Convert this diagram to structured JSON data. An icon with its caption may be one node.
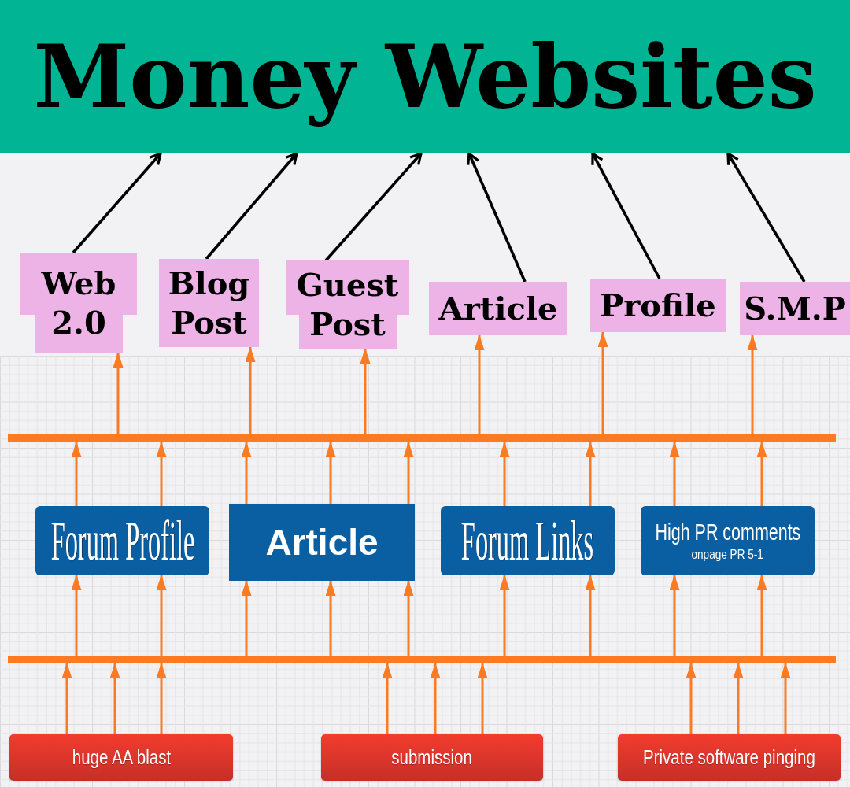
{
  "diagram": {
    "nodes": [
      {
        "text": [
          "Money Websites"
        ]
      },
      {
        "text": [
          "Web 2.0"
        ]
      },
      {
        "text": [
          "Blog Post"
        ]
      },
      {
        "text": [
          "Guest Post"
        ]
      },
      {
        "text": [
          "Article"
        ]
      },
      {
        "text": [
          "Profile"
        ]
      },
      {
        "text": [
          "S.M.P"
        ]
      },
      {
        "text": [],
        "shape": "bar"
      },
      {
        "text": [
          "Forum Profile"
        ]
      },
      {
        "text": [
          "Article"
        ]
      },
      {
        "text": [
          "Forum Links"
        ]
      },
      {
        "text": [
          "High PR comments",
          "onpage PR 5-1"
        ]
      },
      {
        "text": [],
        "shape": "bar"
      },
      {
        "text": [
          "huge AA blast"
        ]
      },
      {
        "text": [
          "submission"
        ]
      },
      {
        "text": [
          "Private software pinging"
        ]
      }
    ],
    "edges": [
      {
        "from": 1,
        "to": 0,
        "arrow": "to",
        "color": "#000000"
      },
      {
        "from": 2,
        "to": 0,
        "arrow": "to",
        "color": "#000000"
      },
      {
        "from": 3,
        "to": 0,
        "arrow": "to",
        "color": "#000000"
      },
      {
        "from": 4,
        "to": 0,
        "arrow": "to",
        "color": "#000000"
      },
      {
        "from": 5,
        "to": 0,
        "arrow": "to",
        "color": "#000000"
      },
      {
        "from": 6,
        "to": 0,
        "arrow": "to",
        "color": "#000000"
      },
      {
        "from": 7,
        "to": 1,
        "arrow": "to"
      },
      {
        "from": 7,
        "to": 2,
        "arrow": "to"
      },
      {
        "from": 7,
        "to": 3,
        "arrow": "to"
      },
      {
        "from": 7,
        "to": 4,
        "arrow": "to"
      },
      {
        "from": 7,
        "to": 5,
        "arrow": "to"
      },
      {
        "from": 7,
        "to": 6,
        "arrow": "to"
      },
      {
        "from": 8,
        "to": 7,
        "arrow": "to"
      },
      {
        "from": 8,
        "to": 7,
        "arrow": "to"
      },
      {
        "from": 9,
        "to": 7,
        "arrow": "to"
      },
      {
        "from": 9,
        "to": 7,
        "arrow": "to"
      },
      {
        "from": 9,
        "to": 7,
        "arrow": "to"
      },
      {
        "from": 10,
        "to": 7,
        "arrow": "to"
      },
      {
        "from": 10,
        "to": 7,
        "arrow": "to"
      },
      {
        "from": 11,
        "to": 7,
        "arrow": "to"
      },
      {
        "from": 11,
        "to": 7,
        "arrow": "to"
      },
      {
        "from": 12,
        "to": 8,
        "arrow": "to"
      },
      {
        "from": 12,
        "to": 8,
        "arrow": "to"
      },
      {
        "from": 12,
        "to": 9,
        "arrow": "to"
      },
      {
        "from": 12,
        "to": 9,
        "arrow": "to"
      },
      {
        "from": 12,
        "to": 9,
        "arrow": "to"
      },
      {
        "from": 12,
        "to": 10,
        "arrow": "to"
      },
      {
        "from": 12,
        "to": 10,
        "arrow": "to"
      },
      {
        "from": 12,
        "to": 11,
        "arrow": "to"
      },
      {
        "from": 12,
        "to": 11,
        "arrow": "to"
      },
      {
        "from": 13,
        "to": 12,
        "arrow": "to"
      },
      {
        "from": 13,
        "to": 12,
        "arrow": "to"
      },
      {
        "from": 13,
        "to": 12,
        "arrow": "to"
      },
      {
        "from": 14,
        "to": 12,
        "arrow": "to"
      },
      {
        "from": 14,
        "to": 12,
        "arrow": "to"
      },
      {
        "from": 14,
        "to": 12,
        "arrow": "to"
      },
      {
        "from": 15,
        "to": 12,
        "arrow": "to"
      },
      {
        "from": 15,
        "to": 12,
        "arrow": "to"
      },
      {
        "from": 15,
        "to": 12,
        "arrow": "to"
      }
    ]
  }
}
